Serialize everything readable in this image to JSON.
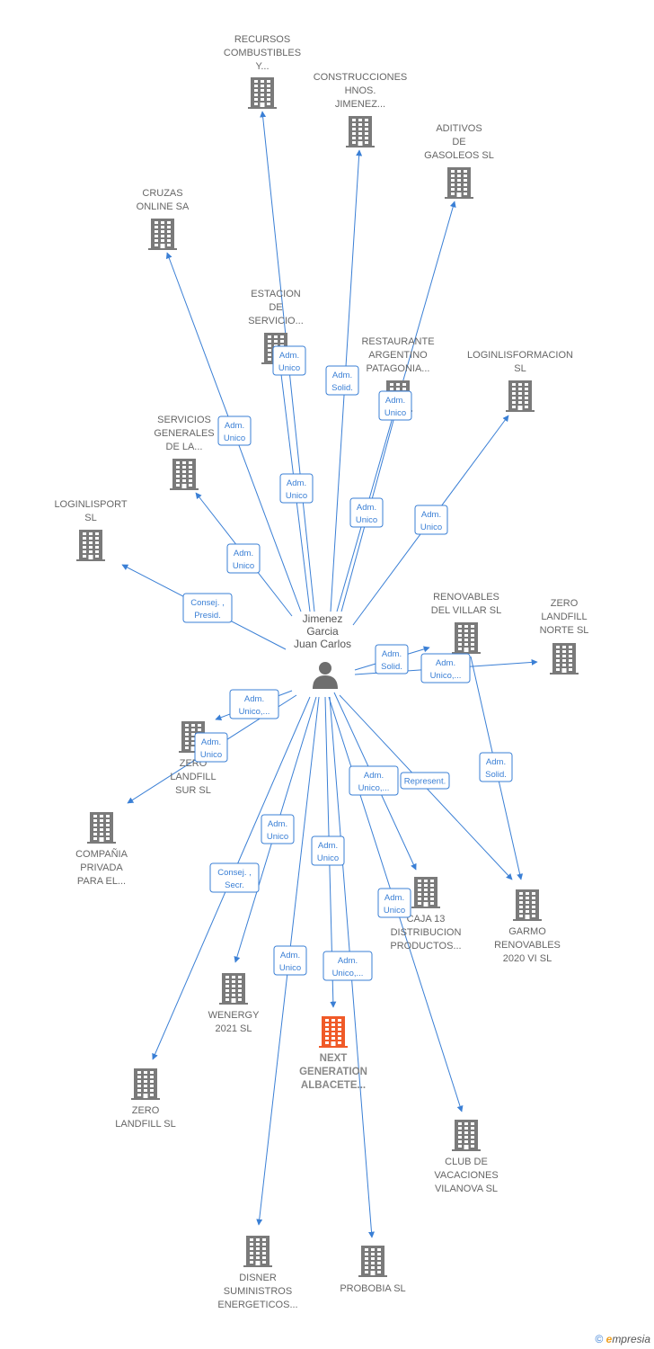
{
  "colors": {
    "edge": "#3a7fd5",
    "building": "#7a7a7a",
    "focus_building": "#f05a28",
    "person": "#6e6e6e"
  },
  "center": {
    "name": "Jimenez Garcia Juan Carlos",
    "lines": [
      "Jimenez",
      "Garcia",
      "Juan Carlos"
    ],
    "icon": "person-icon"
  },
  "nodes": [
    {
      "id": "recursos",
      "lines": [
        "RECURSOS",
        "COMBUSTIBLES",
        "Y..."
      ],
      "icon": "building-icon"
    },
    {
      "id": "construcciones",
      "lines": [
        "CONSTRUCCIONES",
        "HNOS.",
        "JIMENEZ..."
      ],
      "icon": "building-icon"
    },
    {
      "id": "aditivos",
      "lines": [
        "ADITIVOS",
        "DE",
        "GASOLEOS  SL"
      ],
      "icon": "building-icon"
    },
    {
      "id": "cruzas",
      "lines": [
        "CRUZAS",
        "ONLINE SA"
      ],
      "icon": "building-icon"
    },
    {
      "id": "estacion",
      "lines": [
        "ESTACION",
        "DE",
        "SERVICIO..."
      ],
      "icon": "building-icon"
    },
    {
      "id": "restaurante",
      "lines": [
        "RESTAURANTE",
        "ARGENTINO",
        "PATAGONIA..."
      ],
      "icon": "building-icon"
    },
    {
      "id": "loginlisformacion",
      "lines": [
        "LOGINLISFORMACION",
        "SL"
      ],
      "icon": "building-icon"
    },
    {
      "id": "servicios",
      "lines": [
        "SERVICIOS",
        "GENERALES",
        "DE LA..."
      ],
      "icon": "building-icon"
    },
    {
      "id": "loginlisport",
      "lines": [
        "LOGINLISPORT",
        "SL"
      ],
      "icon": "building-icon"
    },
    {
      "id": "renovables",
      "lines": [
        "RENOVABLES",
        "DEL VILLAR SL"
      ],
      "icon": "building-icon"
    },
    {
      "id": "zeronorte",
      "lines": [
        "ZERO",
        "LANDFILL",
        "NORTE  SL"
      ],
      "icon": "building-icon"
    },
    {
      "id": "zerosur",
      "lines": [
        "ZERO",
        "LANDFILL",
        "SUR  SL"
      ],
      "icon": "building-icon"
    },
    {
      "id": "compania",
      "lines": [
        "COMPAÑIA",
        "PRIVADA",
        "PARA EL..."
      ],
      "icon": "building-icon"
    },
    {
      "id": "caja13",
      "lines": [
        "CAJA 13",
        "DISTRIBUCION",
        "PRODUCTOS..."
      ],
      "icon": "building-icon"
    },
    {
      "id": "garmo",
      "lines": [
        "GARMO",
        "RENOVABLES",
        "2020 VI  SL"
      ],
      "icon": "building-icon"
    },
    {
      "id": "wenergy",
      "lines": [
        "WENERGY",
        "2021  SL"
      ],
      "icon": "building-icon"
    },
    {
      "id": "nextgen",
      "lines": [
        "NEXT",
        "GENERATION",
        "ALBACETE..."
      ],
      "icon": "building-icon",
      "focus": true
    },
    {
      "id": "zerolandfill",
      "lines": [
        "ZERO",
        "LANDFILL  SL"
      ],
      "icon": "building-icon"
    },
    {
      "id": "clubvacaciones",
      "lines": [
        "CLUB DE",
        "VACACIONES",
        "VILANOVA  SL"
      ],
      "icon": "building-icon"
    },
    {
      "id": "disner",
      "lines": [
        "DISNER",
        "SUMINISTROS",
        "ENERGETICOS..."
      ],
      "icon": "building-icon"
    },
    {
      "id": "probobia",
      "lines": [
        "PROBOBIA  SL"
      ],
      "icon": "building-icon"
    }
  ],
  "edges": [
    {
      "to": "recursos",
      "label": [
        "Adm.",
        "Unico"
      ]
    },
    {
      "to": "construcciones",
      "label": [
        "Adm.",
        "Solid."
      ]
    },
    {
      "to": "aditivos",
      "label": [
        "Adm.",
        "Unico"
      ]
    },
    {
      "to": "cruzas",
      "label": [
        "Adm.",
        "Unico"
      ]
    },
    {
      "to": "estacion",
      "label": [
        "Adm.",
        "Unico"
      ]
    },
    {
      "to": "restaurante",
      "label": [
        "Adm.",
        "Unico"
      ]
    },
    {
      "to": "loginlisformacion",
      "label": [
        "Adm.",
        "Unico"
      ]
    },
    {
      "to": "servicios",
      "label": [
        "Adm.",
        "Unico"
      ]
    },
    {
      "to": "loginlisport",
      "label": [
        "Consej. ,",
        "Presid."
      ]
    },
    {
      "to": "renovables",
      "label": [
        "Adm.",
        "Solid."
      ]
    },
    {
      "to": "zeronorte",
      "label": [
        "Adm.",
        "Unico,..."
      ]
    },
    {
      "to": "zerosur",
      "label": [
        "Adm.",
        "Unico,..."
      ]
    },
    {
      "to": "compania",
      "label": [
        "Adm.",
        "Unico"
      ]
    },
    {
      "to": "caja13",
      "label": [
        "Adm.",
        "Unico,..."
      ]
    },
    {
      "to": "garmo",
      "label": [
        "Represent."
      ]
    },
    {
      "from": "renovables",
      "to": "garmo",
      "label": [
        "Adm.",
        "Solid."
      ]
    },
    {
      "to": "wenergy",
      "label": [
        "Adm.",
        "Unico"
      ]
    },
    {
      "to": "nextgen",
      "label": [
        "Adm.",
        "Unico"
      ]
    },
    {
      "to": "zerolandfill",
      "label": [
        "Consej. ,",
        "Secr."
      ]
    },
    {
      "to": "clubvacaciones",
      "label": [
        "Adm.",
        "Unico"
      ]
    },
    {
      "to": "disner",
      "label": [
        "Adm.",
        "Unico"
      ]
    },
    {
      "to": "probobia",
      "label": [
        "Adm.",
        "Unico,..."
      ]
    }
  ],
  "footer": {
    "copyright": "©",
    "brand_initial": "e",
    "brand_rest": "mpresia"
  }
}
